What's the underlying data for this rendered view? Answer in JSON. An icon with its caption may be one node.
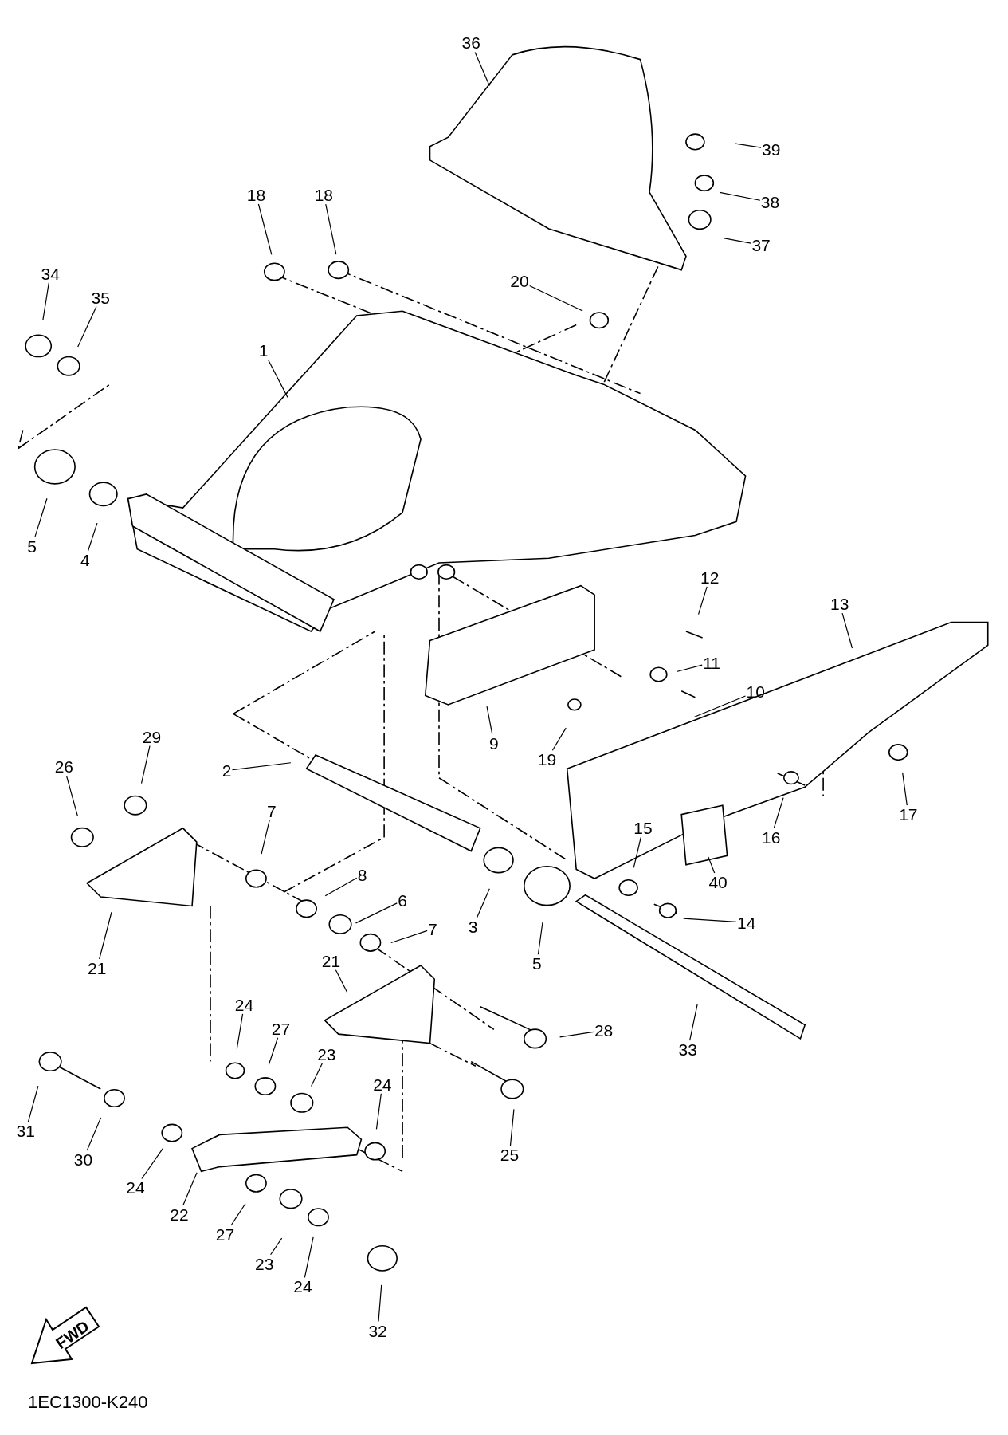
{
  "diagram": {
    "nodes": [
      {
        "text": [
          "36"
        ]
      },
      {
        "text": [
          "39"
        ]
      },
      {
        "text": [
          "18"
        ]
      },
      {
        "text": [
          "18"
        ]
      },
      {
        "text": [
          "38"
        ]
      },
      {
        "text": [
          "37"
        ]
      },
      {
        "text": [
          "34"
        ]
      },
      {
        "text": [
          "35"
        ]
      },
      {
        "text": [
          "20"
        ]
      },
      {
        "text": [
          "1"
        ]
      },
      {
        "text": [
          "5"
        ]
      },
      {
        "text": [
          "4"
        ]
      },
      {
        "text": [
          "12"
        ]
      },
      {
        "text": [
          "13"
        ]
      },
      {
        "text": [
          "11"
        ]
      },
      {
        "text": [
          "10"
        ]
      },
      {
        "text": [
          "9"
        ]
      },
      {
        "text": [
          "19"
        ]
      },
      {
        "text": [
          "29"
        ]
      },
      {
        "text": [
          "26"
        ]
      },
      {
        "text": [
          "2"
        ]
      },
      {
        "text": [
          "17"
        ]
      },
      {
        "text": [
          "7"
        ]
      },
      {
        "text": [
          "16"
        ]
      },
      {
        "text": [
          "15"
        ]
      },
      {
        "text": [
          "8"
        ]
      },
      {
        "text": [
          "40"
        ]
      },
      {
        "text": [
          "6"
        ]
      },
      {
        "text": [
          "14"
        ]
      },
      {
        "text": [
          "7"
        ]
      },
      {
        "text": [
          "3"
        ]
      },
      {
        "text": [
          "5"
        ]
      },
      {
        "text": [
          "21"
        ]
      },
      {
        "text": [
          "21"
        ]
      },
      {
        "text": [
          "28"
        ]
      },
      {
        "text": [
          "33"
        ]
      },
      {
        "text": [
          "24"
        ]
      },
      {
        "text": [
          "27"
        ]
      },
      {
        "text": [
          "23"
        ]
      },
      {
        "text": [
          "24"
        ]
      },
      {
        "text": [
          "31"
        ]
      },
      {
        "text": [
          "25"
        ]
      },
      {
        "text": [
          "30"
        ]
      },
      {
        "text": [
          "24"
        ]
      },
      {
        "text": [
          "22"
        ]
      },
      {
        "text": [
          "27"
        ]
      },
      {
        "text": [
          "23"
        ]
      },
      {
        "text": [
          "24"
        ]
      },
      {
        "text": [
          "32"
        ]
      }
    ],
    "edges": [
      {
        "from": 0,
        "to": null,
        "arrow": "none"
      },
      {
        "from": 1,
        "to": null,
        "arrow": "none"
      },
      {
        "from": 2,
        "to": null,
        "arrow": "none"
      },
      {
        "from": 3,
        "to": null,
        "arrow": "none"
      },
      {
        "from": 4,
        "to": null,
        "arrow": "none"
      },
      {
        "from": 5,
        "to": null,
        "arrow": "none"
      },
      {
        "from": 6,
        "to": null,
        "arrow": "none"
      },
      {
        "from": 7,
        "to": null,
        "arrow": "none"
      },
      {
        "from": 8,
        "to": null,
        "arrow": "none"
      },
      {
        "from": 9,
        "to": null,
        "arrow": "none"
      },
      {
        "from": 10,
        "to": null,
        "arrow": "none"
      },
      {
        "from": 11,
        "to": null,
        "arrow": "none"
      },
      {
        "from": 12,
        "to": null,
        "arrow": "none"
      },
      {
        "from": 13,
        "to": null,
        "arrow": "none"
      },
      {
        "from": 14,
        "to": null,
        "arrow": "none"
      },
      {
        "from": 15,
        "to": null,
        "arrow": "none"
      },
      {
        "from": 16,
        "to": null,
        "arrow": "none"
      },
      {
        "from": 17,
        "to": null,
        "arrow": "none"
      },
      {
        "from": 18,
        "to": null,
        "arrow": "none"
      },
      {
        "from": 19,
        "to": null,
        "arrow": "none"
      },
      {
        "from": 20,
        "to": null,
        "arrow": "none"
      },
      {
        "from": 21,
        "to": null,
        "arrow": "none"
      },
      {
        "from": 22,
        "to": null,
        "arrow": "none"
      },
      {
        "from": 23,
        "to": null,
        "arrow": "none"
      },
      {
        "from": 24,
        "to": null,
        "arrow": "none"
      },
      {
        "from": 25,
        "to": null,
        "arrow": "none"
      },
      {
        "from": 26,
        "to": null,
        "arrow": "none"
      },
      {
        "from": 27,
        "to": null,
        "arrow": "none"
      },
      {
        "from": 28,
        "to": null,
        "arrow": "none"
      },
      {
        "from": 29,
        "to": null,
        "arrow": "none"
      },
      {
        "from": 30,
        "to": null,
        "arrow": "none"
      },
      {
        "from": 31,
        "to": null,
        "arrow": "none"
      },
      {
        "from": 32,
        "to": null,
        "arrow": "none"
      },
      {
        "from": 33,
        "to": null,
        "arrow": "none"
      },
      {
        "from": 34,
        "to": null,
        "arrow": "none"
      },
      {
        "from": 35,
        "to": null,
        "arrow": "none"
      },
      {
        "from": 36,
        "to": null,
        "arrow": "none"
      },
      {
        "from": 37,
        "to": null,
        "arrow": "none"
      },
      {
        "from": 38,
        "to": null,
        "arrow": "none"
      },
      {
        "from": 39,
        "to": null,
        "arrow": "none"
      },
      {
        "from": 40,
        "to": null,
        "arrow": "none"
      },
      {
        "from": 41,
        "to": null,
        "arrow": "none"
      },
      {
        "from": 42,
        "to": null,
        "arrow": "none"
      },
      {
        "from": 43,
        "to": null,
        "arrow": "none"
      },
      {
        "from": 44,
        "to": null,
        "arrow": "none"
      },
      {
        "from": 45,
        "to": null,
        "arrow": "none"
      },
      {
        "from": 46,
        "to": null,
        "arrow": "none"
      },
      {
        "from": 47,
        "to": null,
        "arrow": "none"
      },
      {
        "from": 48,
        "to": null,
        "arrow": "none"
      }
    ],
    "labels": [
      "FWD",
      "1EC1300-K240"
    ]
  }
}
